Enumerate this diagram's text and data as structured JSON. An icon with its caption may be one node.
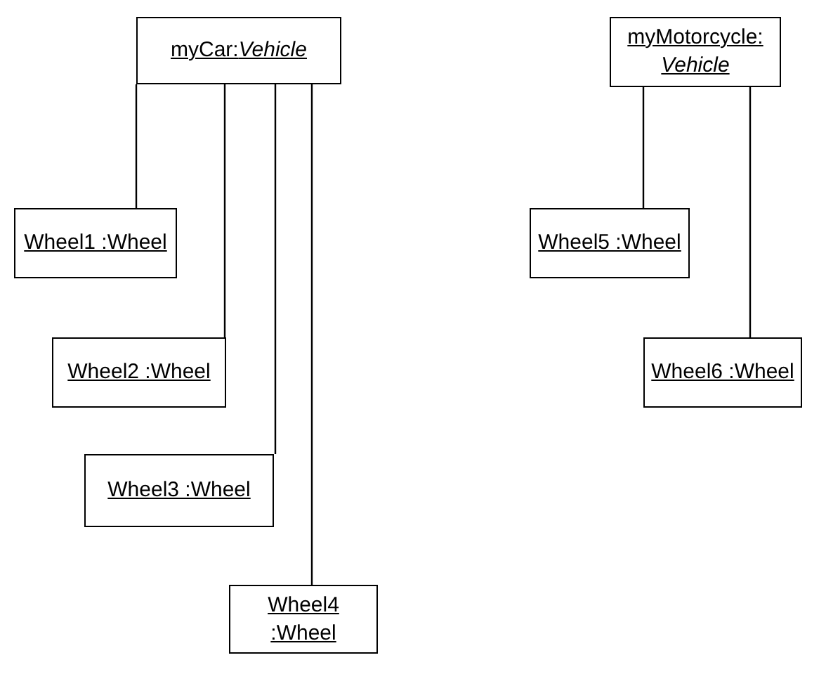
{
  "diagram": {
    "nodes": [
      {
        "text": [
          "myCar:*Vehicle*"
        ]
      },
      {
        "text": [
          "Wheel1 :Wheel"
        ]
      },
      {
        "text": [
          "Wheel2 :Wheel"
        ]
      },
      {
        "text": [
          "Wheel3 :Wheel"
        ]
      },
      {
        "text": [
          "Wheel4 :Wheel"
        ]
      },
      {
        "text": [
          "myMotorcycle: *Vehicle*"
        ]
      },
      {
        "text": [
          "Wheel5 :Wheel"
        ]
      },
      {
        "text": [
          "Wheel6 :Wheel"
        ]
      }
    ],
    "edges": [
      {
        "from": 0,
        "to": 1,
        "arrow": "none"
      },
      {
        "from": 0,
        "to": 2,
        "arrow": "none"
      },
      {
        "from": 0,
        "to": 3,
        "arrow": "none"
      },
      {
        "from": 0,
        "to": 4,
        "arrow": "none"
      },
      {
        "from": 5,
        "to": 6,
        "arrow": "none"
      },
      {
        "from": 5,
        "to": 7,
        "arrow": "none"
      }
    ]
  }
}
